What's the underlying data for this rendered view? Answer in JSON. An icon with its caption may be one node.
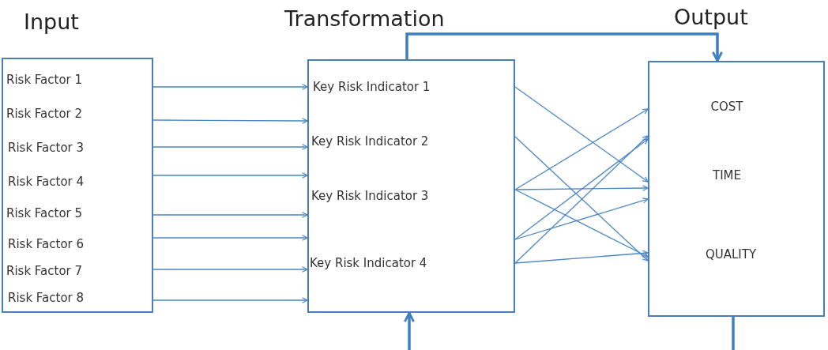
{
  "diagram": {
    "nodes": [
      {
        "text": [
          "Input"
        ]
      },
      {
        "text": [
          "Risk Factor  1"
        ],
        "in": 0
      },
      {
        "text": [
          "Risk Factor 2"
        ],
        "in": 0
      },
      {
        "text": [
          "Risk Factor 3"
        ],
        "in": 0
      },
      {
        "text": [
          "Risk Factor 4"
        ],
        "in": 0
      },
      {
        "text": [
          "Risk Factor 5"
        ],
        "in": 0
      },
      {
        "text": [
          "Risk Factor 6"
        ],
        "in": 0
      },
      {
        "text": [
          "Risk Factor 7"
        ],
        "in": 0
      },
      {
        "text": [
          "Risk Factor 8"
        ],
        "in": 0
      },
      {
        "text": [
          "Transformation"
        ]
      },
      {
        "text": [
          "Key Risk Indicator 1"
        ],
        "in": 9
      },
      {
        "text": [
          "Key Risk Indicator 2"
        ],
        "in": 9
      },
      {
        "text": [
          "Key Risk Indicator 3"
        ],
        "in": 9
      },
      {
        "text": [
          "Key Risk Indicator 4"
        ],
        "in": 9
      },
      {
        "text": [
          "Output"
        ]
      },
      {
        "text": [
          "COST"
        ],
        "in": 14
      },
      {
        "text": [
          "TIME"
        ],
        "in": 14
      },
      {
        "text": [
          "QUALITY"
        ],
        "in": 14
      }
    ],
    "edges": [
      {
        "from": 0,
        "to": 9,
        "arrow": "to"
      },
      {
        "from": 0,
        "to": 9,
        "arrow": "to"
      },
      {
        "from": 0,
        "to": 9,
        "arrow": "to"
      },
      {
        "from": 0,
        "to": 9,
        "arrow": "to"
      },
      {
        "from": 0,
        "to": 9,
        "arrow": "to"
      },
      {
        "from": 0,
        "to": 9,
        "arrow": "to"
      },
      {
        "from": 0,
        "to": 9,
        "arrow": "to"
      },
      {
        "from": 0,
        "to": 9,
        "arrow": "to"
      },
      {
        "from": 9,
        "to": 14,
        "arrow": "to"
      },
      {
        "from": 9,
        "to": 14,
        "arrow": "to"
      },
      {
        "from": 9,
        "to": 14,
        "arrow": "to"
      },
      {
        "from": 9,
        "to": 14,
        "arrow": "to"
      },
      {
        "from": 9,
        "to": 14,
        "arrow": "to"
      },
      {
        "from": 9,
        "to": 14,
        "arrow": "to"
      },
      {
        "from": 9,
        "to": 14,
        "arrow": "to"
      },
      {
        "from": 9,
        "to": 14,
        "arrow": "to"
      },
      {
        "from": 9,
        "to": 14,
        "arrow": "to"
      },
      {
        "from": 9,
        "to": 14,
        "arrow": "to",
        "style": "thick"
      },
      {
        "from": null,
        "to": 9,
        "arrow": "to",
        "style": "thick"
      },
      {
        "from": 14,
        "to": null,
        "arrow": "none",
        "style": "thick"
      }
    ]
  }
}
